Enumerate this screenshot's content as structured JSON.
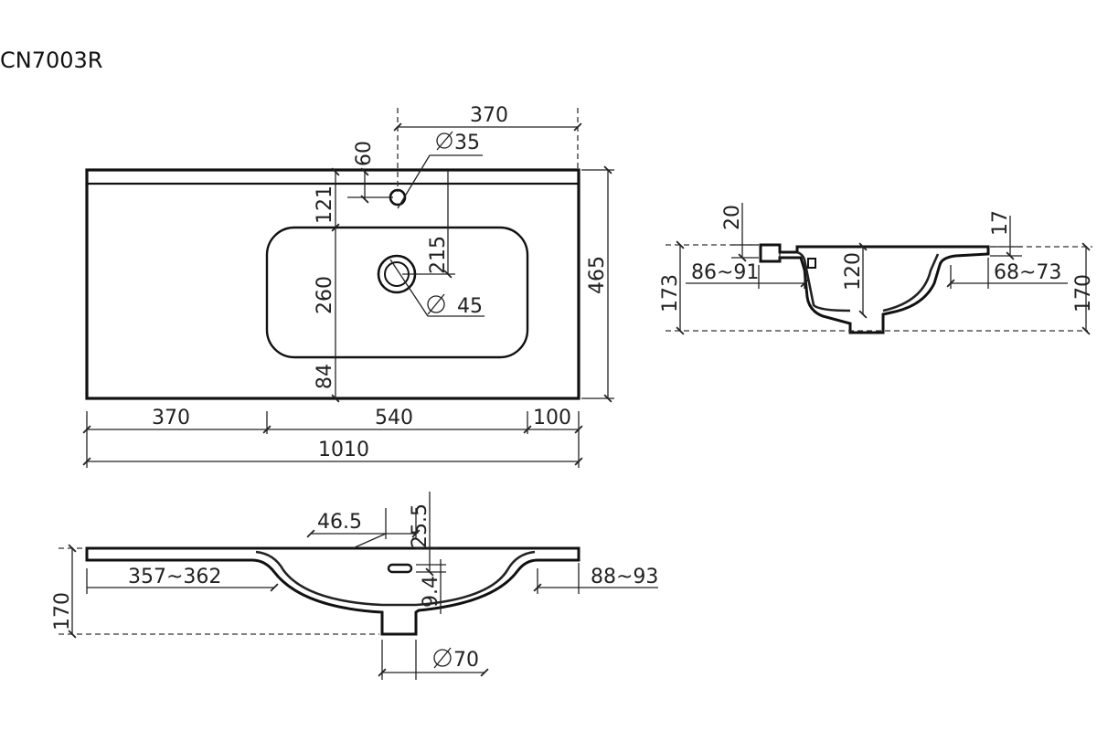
{
  "model_code": "CN7003R",
  "top_view": {
    "dim_tap_offset": "370",
    "dim_tap_hole": "35",
    "dim_tap_from_edge": "60",
    "dim_rim_to_bowl": "121",
    "dim_drain_offset": "215",
    "dim_bowl_depth": "260",
    "dim_drain_hole": "45",
    "dim_front_margin": "84",
    "dim_total_depth": "465",
    "dim_left": "370",
    "dim_bowl_width": "540",
    "dim_right": "100",
    "dim_total_width": "1010"
  },
  "side_view": {
    "dim_back_rim": "20",
    "dim_front_rim": "17",
    "dim_left_height": "173",
    "dim_back_inset": "86~91",
    "dim_inner_depth": "120",
    "dim_front_inset": "68~73",
    "dim_right_height": "170"
  },
  "front_view": {
    "dim_overflow_offset": "46.5",
    "dim_overflow_height": "25.5",
    "dim_left_inset": "357~362",
    "dim_overflow_slot": "9.4",
    "dim_right_inset": "88~93",
    "dim_height": "170",
    "dim_drain_diameter": "70"
  }
}
